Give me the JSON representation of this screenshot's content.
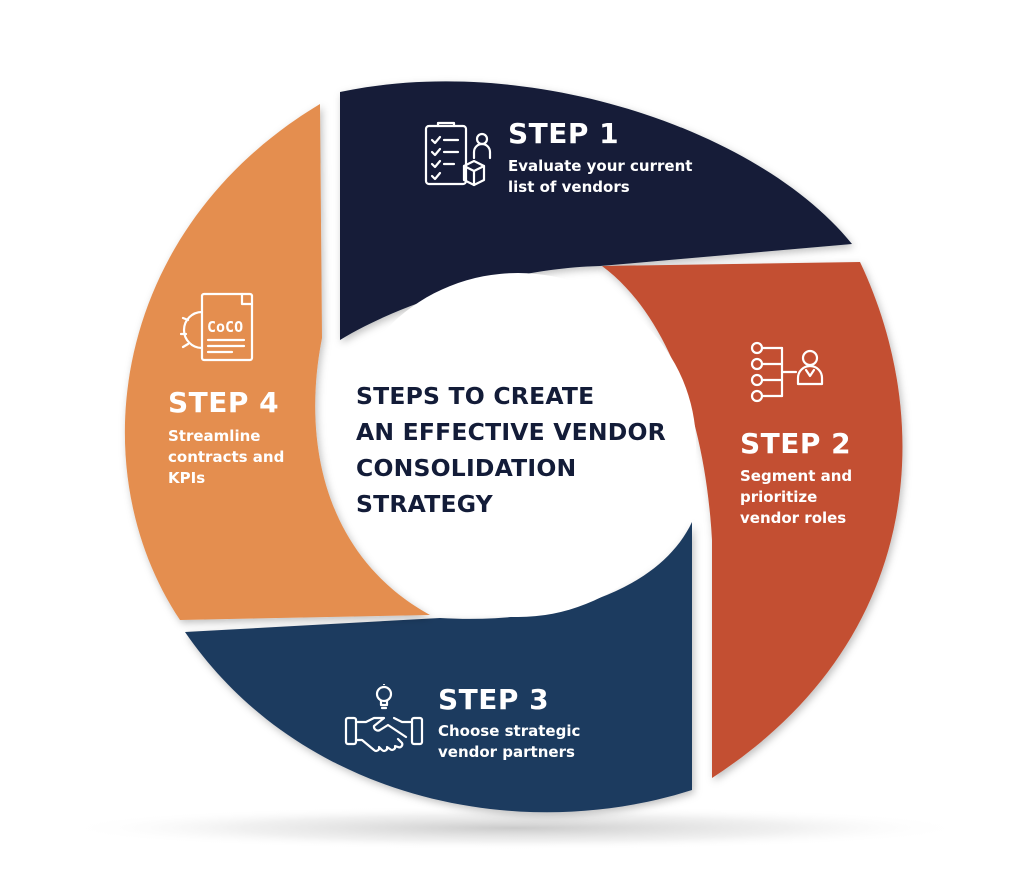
{
  "center_title": "STEPS TO CREATE\nAN EFFECTIVE VENDOR\nCONSOLIDATION\nSTRATEGY",
  "steps": [
    {
      "title": "STEP 1",
      "description": "Evaluate your current\nlist of vendors",
      "color": "#121b37",
      "icon": "checklist-icon"
    },
    {
      "title": "STEP 2",
      "description": "Segment and\nprioritize\nvendor roles",
      "color": "#c34f31",
      "icon": "org-chart-icon"
    },
    {
      "title": "STEP 3",
      "description": "Choose strategic\nvendor partners",
      "color": "#1e3a5e",
      "icon": "handshake-icon"
    },
    {
      "title": "STEP 4",
      "description": "Streamline\ncontracts and\nKPIs",
      "color": "#e48e4f",
      "icon": "contract-gear-icon"
    }
  ]
}
